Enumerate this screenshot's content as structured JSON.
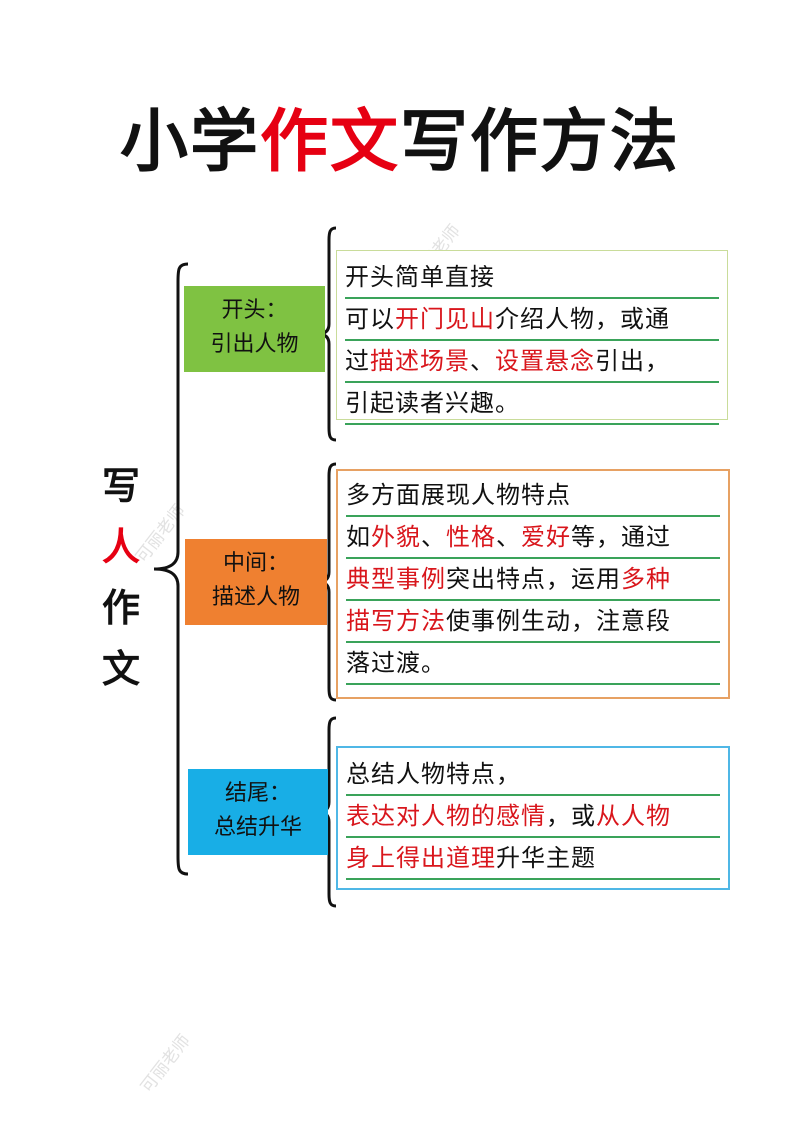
{
  "title": {
    "part1": "小学",
    "highlight": "作文",
    "part2": "写作方法",
    "highlight_color": "#e60012"
  },
  "vertical_title": {
    "chars": [
      "写",
      "人",
      "作",
      "文"
    ],
    "highlight_index": 1
  },
  "sections": [
    {
      "label_line1": "开头：",
      "label_line2": "引出人物",
      "label_color": "#7fc242",
      "box_border_color": "#c9dc9a",
      "lines": [
        [
          {
            "t": "开头简单直接",
            "red": false
          }
        ],
        [
          {
            "t": "可以",
            "red": false
          },
          {
            "t": "开门见山",
            "red": true
          },
          {
            "t": "介绍人物，或通",
            "red": false
          }
        ],
        [
          {
            "t": "过",
            "red": false
          },
          {
            "t": "描述场景",
            "red": true
          },
          {
            "t": "、",
            "red": false
          },
          {
            "t": "设置悬念",
            "red": true
          },
          {
            "t": "引出，",
            "red": false
          }
        ],
        [
          {
            "t": "引起读者兴趣。",
            "red": false
          }
        ]
      ]
    },
    {
      "label_line1": "中间：",
      "label_line2": "描述人物",
      "label_color": "#ef8030",
      "box_border_color": "#e7a163",
      "lines": [
        [
          {
            "t": "多方面展现人物特点",
            "red": false
          }
        ],
        [
          {
            "t": "如",
            "red": false
          },
          {
            "t": "外貌",
            "red": true
          },
          {
            "t": "、",
            "red": false
          },
          {
            "t": "性格",
            "red": true
          },
          {
            "t": "、",
            "red": false
          },
          {
            "t": "爱好",
            "red": true
          },
          {
            "t": "等，通过",
            "red": false
          }
        ],
        [
          {
            "t": "典型事例",
            "red": true
          },
          {
            "t": "突出特点，运用",
            "red": false
          },
          {
            "t": "多种",
            "red": true
          }
        ],
        [
          {
            "t": "描写方法",
            "red": true
          },
          {
            "t": "使事例生动，注意段",
            "red": false
          }
        ],
        [
          {
            "t": "落过渡。",
            "red": false
          }
        ]
      ]
    },
    {
      "label_line1": "结尾：",
      "label_line2": "总结升华",
      "label_color": "#18aee6",
      "box_border_color": "#4fb7e6",
      "lines": [
        [
          {
            "t": "总结人物特点，",
            "red": false
          }
        ],
        [
          {
            "t": "表达对人物的感情",
            "red": true
          },
          {
            "t": "，或",
            "red": false
          },
          {
            "t": "从人物",
            "red": true
          }
        ],
        [
          {
            "t": "身上得出道理",
            "red": true
          },
          {
            "t": "升华主题",
            "red": false
          }
        ]
      ]
    }
  ],
  "watermark": "可丽老师",
  "colors": {
    "red_text": "#d9161c",
    "underline": "#3aa35a"
  }
}
